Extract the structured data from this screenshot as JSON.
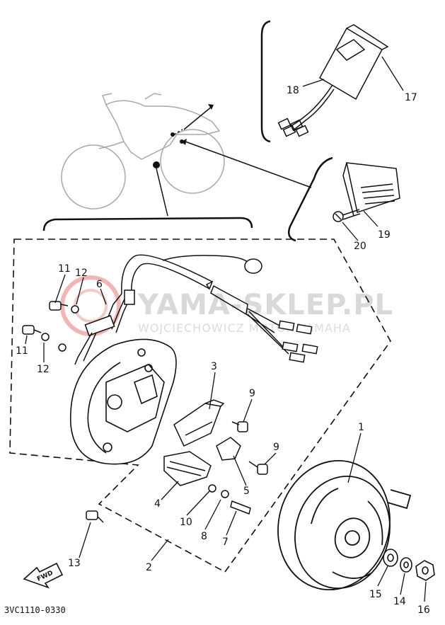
{
  "drawing_code": "3VC1110-0330",
  "watermark": {
    "title": "YAMA-SKLEP.PL",
    "subtitle": "WOJCIECHOWICZ MOTOR YAMAHA",
    "accent": "#d61f26"
  },
  "fwd_label": "FWD",
  "callouts": {
    "c1": "1",
    "c2": "2",
    "c3": "3",
    "c4": "4",
    "c5": "5",
    "c6": "6",
    "c7": "7",
    "c8": "8",
    "c9a": "9",
    "c9b": "9",
    "c10": "10",
    "c11a": "11",
    "c11b": "11",
    "c12a": "12",
    "c12b": "12",
    "c13": "13",
    "c14": "14",
    "c15": "15",
    "c16": "16",
    "c17": "17",
    "c18": "18",
    "c19": "19",
    "c20": "20"
  }
}
